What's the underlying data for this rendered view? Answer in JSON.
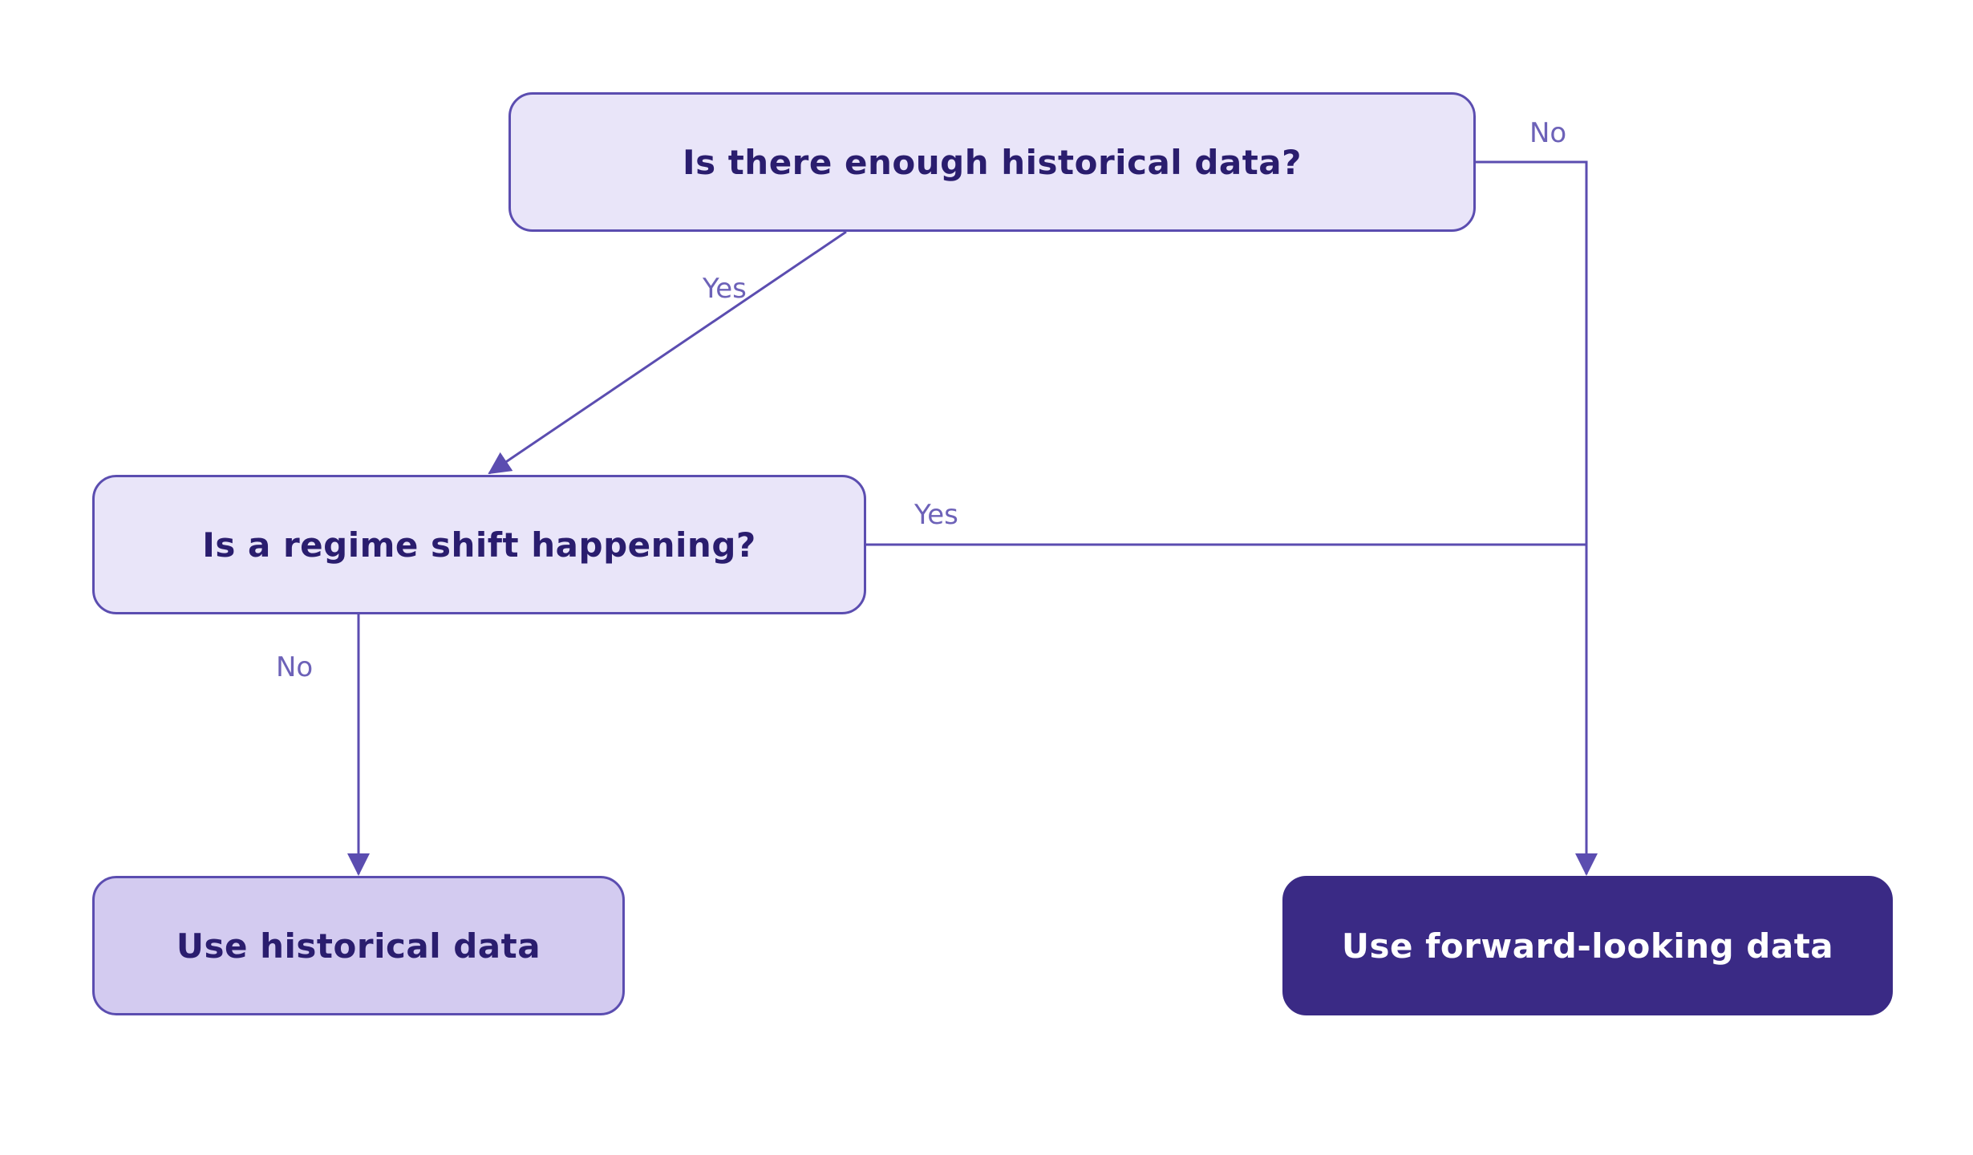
{
  "diagram": {
    "nodes": {
      "q1": {
        "label": "Is there enough historical data?"
      },
      "q2": {
        "label": "Is a regime shift happening?"
      },
      "historical": {
        "label": "Use historical data"
      },
      "forward": {
        "label": "Use forward-looking data"
      }
    },
    "edges": [
      {
        "from": "q1",
        "to": "q2",
        "label": "Yes"
      },
      {
        "from": "q1",
        "to": "forward",
        "label": "No"
      },
      {
        "from": "q2",
        "to": "forward",
        "label": "Yes"
      },
      {
        "from": "q2",
        "to": "historical",
        "label": "No"
      }
    ],
    "colors": {
      "edge": "#5b4db0",
      "question_fill": "#e9e5f9",
      "leaf_fill": "#d3cbf0",
      "leaf_dark_fill": "#3a2a85",
      "node_text": "#2a1d6e",
      "edge_label_text": "#6d62b8"
    }
  }
}
